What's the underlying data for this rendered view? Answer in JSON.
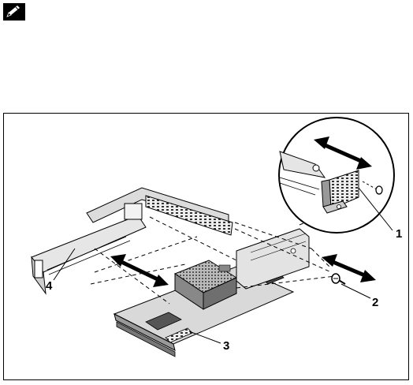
{
  "note": {
    "icon": "note-pencil-icon"
  },
  "figure": {
    "callouts": [
      {
        "id": "c1",
        "text": "1"
      },
      {
        "id": "c2",
        "text": "2"
      },
      {
        "id": "c3",
        "text": "3"
      },
      {
        "id": "c4",
        "text": "4"
      }
    ],
    "icons": [
      "double-arrow-icon",
      "screw-icon",
      "magnifier-circle-icon"
    ]
  }
}
